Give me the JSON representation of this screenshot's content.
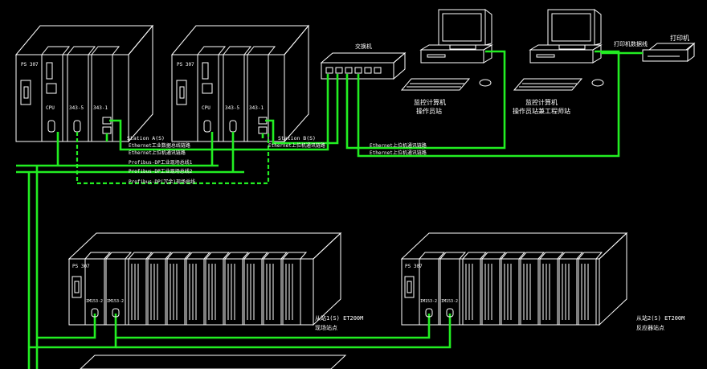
{
  "colors": {
    "background": "#000000",
    "network": "#22ee22",
    "equipment": "#ffffff"
  },
  "stations": {
    "a": {
      "label": "Station A(S)",
      "ps": "PS 307",
      "modules": [
        "CPU",
        "343-5",
        "343-1"
      ]
    },
    "b": {
      "label": "Station B(S)",
      "ps": "PS 307",
      "modules": [
        "CPU",
        "343-5",
        "343-1"
      ]
    }
  },
  "bus_labels": [
    "Ethernet工业数据总线链路",
    "Ethernet上位机通讯链路",
    "Profibus-DP工业现场总线1",
    "Profibus-DP工业现场总线2",
    "Profibus-DP(冗余)现场总线"
  ],
  "station_b_link": "Ethernet上位机通讯链路",
  "switch_label": "交换机",
  "pc_ethernet_1": "Ethernet上位机通讯链路",
  "pc_ethernet_2": "Ethernet上位机通讯链路",
  "pc1": {
    "line1": "监控计算机",
    "line2": "操作员站"
  },
  "pc2": {
    "line1": "监控计算机",
    "line2": "操作员站兼工程师站"
  },
  "printer_link": "打印机数据线",
  "printer": "打印机",
  "remote1": {
    "ps": "PS 307",
    "m1": "IM153-2",
    "m2": "IM153-2",
    "line1": "从站1(S)  ET200M",
    "line2": "现场站点"
  },
  "remote2": {
    "ps": "PS 307",
    "m1": "IM153-2",
    "m2": "IM153-2",
    "line1": "从站2(S)  ET200M",
    "line2": "反应器站点"
  }
}
